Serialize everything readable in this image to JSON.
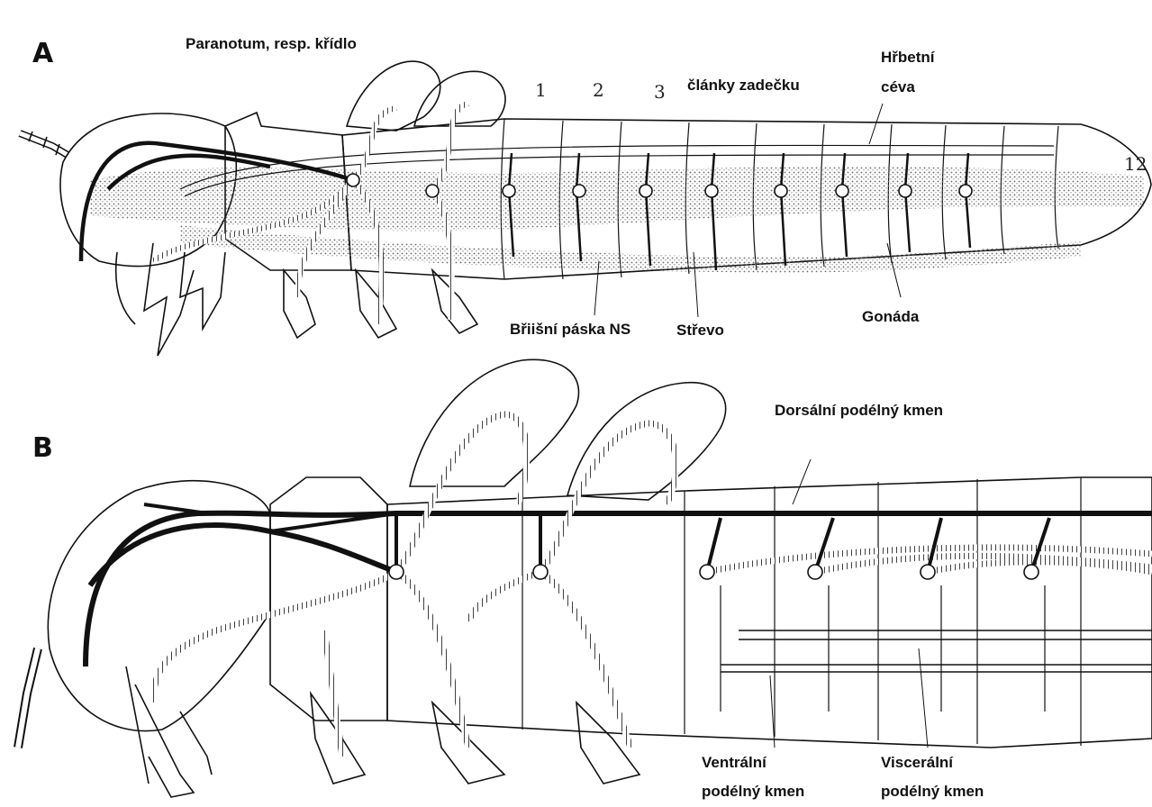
{
  "panels": [
    {
      "letter": "A",
      "labels": {
        "paranotum": "Paranotum, resp. křídlo",
        "abdomen_segments": "články zadečku",
        "dorsal_vessel_1": "Hřbetní",
        "dorsal_vessel_2": "céva",
        "ventral_nerve_cord": "Břiišní páska NS",
        "gut": "Střevo",
        "gonad": "Gonáda"
      },
      "segment_numbers": [
        "1",
        "2",
        "3",
        "12"
      ]
    },
    {
      "letter": "B",
      "labels": {
        "dorsal_trunk": "Dorsální podélný kmen",
        "ventral_trunk_1": "Ventrální",
        "ventral_trunk_2": "podélný kmen",
        "visceral_trunk_1": "Viscerální",
        "visceral_trunk_2": "podélný kmen"
      }
    }
  ],
  "colors": {
    "ink": "#111111",
    "paper": "#ffffff",
    "stipple": "#9a9a9a"
  }
}
